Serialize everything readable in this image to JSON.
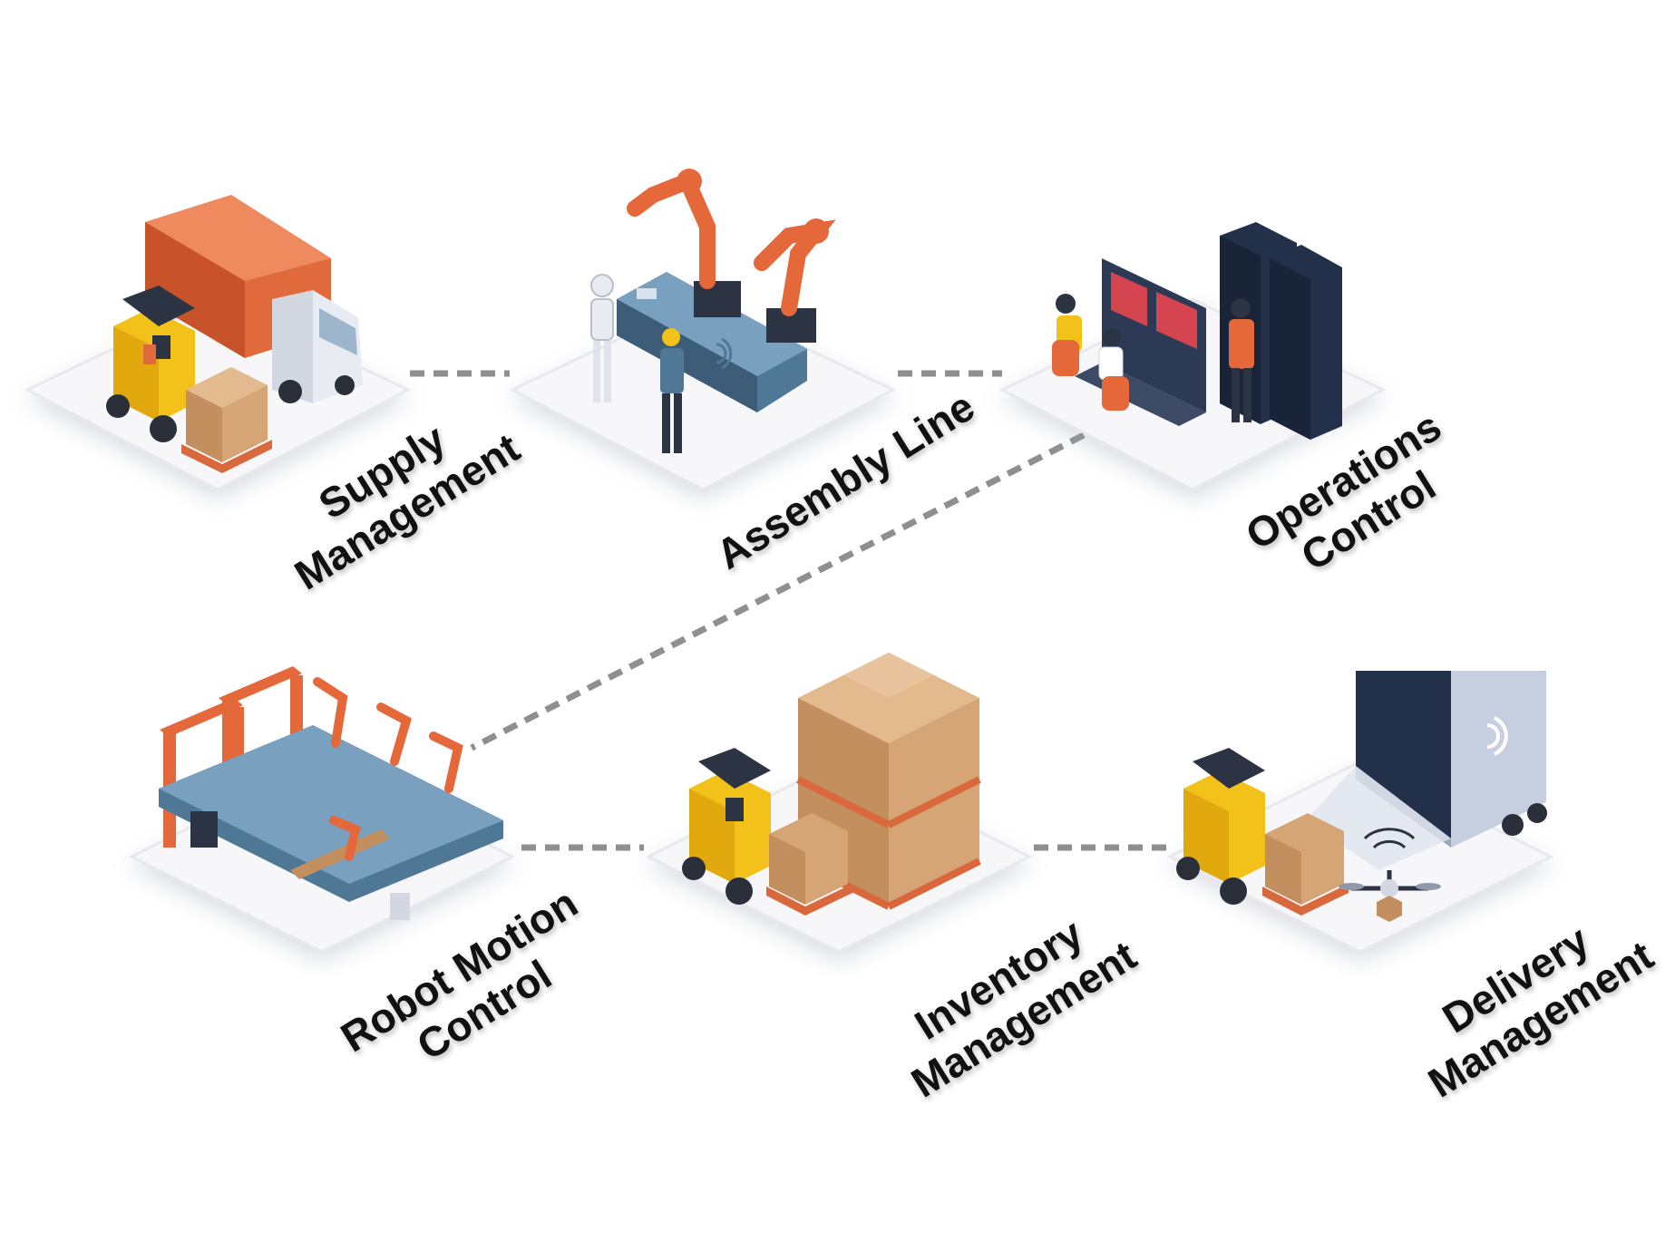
{
  "colors": {
    "accent_orange": "#E4683A",
    "forklift_yellow": "#F2C21B",
    "navy": "#22304A",
    "conveyor_blue": "#4F7796",
    "box_tan": "#D6A576",
    "platform": "#F7F7FA",
    "connector_gray": "#8F8F8F"
  },
  "stations": [
    {
      "id": "supply",
      "lines": [
        "Supply",
        "Management"
      ],
      "icons": [
        "truck-icon",
        "forklift-icon",
        "pallet-icon"
      ]
    },
    {
      "id": "assembly",
      "lines": [
        "Assembly Line"
      ],
      "icons": [
        "robot-arm-icon",
        "humanoid-robot-icon",
        "worker-icon",
        "conveyor-icon"
      ]
    },
    {
      "id": "operations",
      "lines": [
        "Operations",
        "Control"
      ],
      "icons": [
        "monitor-console-icon",
        "server-rack-icon",
        "operator-icon"
      ]
    },
    {
      "id": "robot",
      "lines": [
        "Robot Motion",
        "Control"
      ],
      "icons": [
        "gantry-icon",
        "robot-arm-icon",
        "conveyor-icon"
      ]
    },
    {
      "id": "inventory",
      "lines": [
        "Inventory",
        "Management"
      ],
      "icons": [
        "box-stack-icon",
        "forklift-icon",
        "pallet-icon"
      ]
    },
    {
      "id": "delivery",
      "lines": [
        "Delivery",
        "Management"
      ],
      "icons": [
        "trailer-icon",
        "forklift-icon",
        "drone-icon",
        "wifi-icon"
      ]
    }
  ],
  "connectors": [
    [
      "supply",
      "assembly"
    ],
    [
      "assembly",
      "operations"
    ],
    [
      "operations",
      "robot"
    ],
    [
      "robot",
      "inventory"
    ],
    [
      "inventory",
      "delivery"
    ]
  ]
}
